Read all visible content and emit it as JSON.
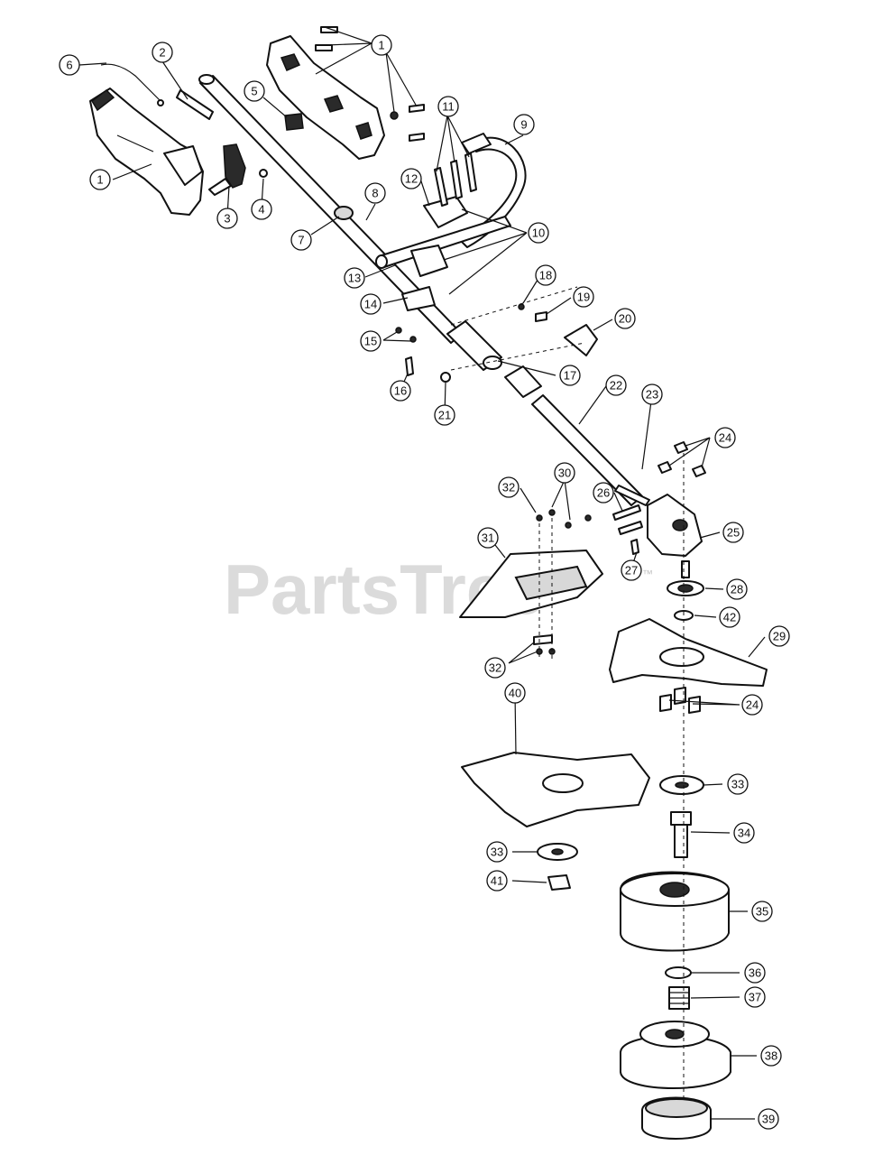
{
  "watermark": {
    "brand": "PartsTree",
    "trademark": "™"
  },
  "callouts": [
    {
      "id": "c1a",
      "label": "1"
    },
    {
      "id": "c1b",
      "label": "1"
    },
    {
      "id": "c2",
      "label": "2"
    },
    {
      "id": "c3",
      "label": "3"
    },
    {
      "id": "c4",
      "label": "4"
    },
    {
      "id": "c5",
      "label": "5"
    },
    {
      "id": "c6",
      "label": "6"
    },
    {
      "id": "c7",
      "label": "7"
    },
    {
      "id": "c8",
      "label": "8"
    },
    {
      "id": "c9",
      "label": "9"
    },
    {
      "id": "c10",
      "label": "10"
    },
    {
      "id": "c11",
      "label": "11"
    },
    {
      "id": "c12",
      "label": "12"
    },
    {
      "id": "c13",
      "label": "13"
    },
    {
      "id": "c14",
      "label": "14"
    },
    {
      "id": "c15",
      "label": "15"
    },
    {
      "id": "c16",
      "label": "16"
    },
    {
      "id": "c17",
      "label": "17"
    },
    {
      "id": "c18",
      "label": "18"
    },
    {
      "id": "c19",
      "label": "19"
    },
    {
      "id": "c20",
      "label": "20"
    },
    {
      "id": "c21",
      "label": "21"
    },
    {
      "id": "c22",
      "label": "22"
    },
    {
      "id": "c23",
      "label": "23"
    },
    {
      "id": "c24a",
      "label": "24"
    },
    {
      "id": "c24b",
      "label": "24"
    },
    {
      "id": "c25",
      "label": "25"
    },
    {
      "id": "c26",
      "label": "26"
    },
    {
      "id": "c27",
      "label": "27"
    },
    {
      "id": "c28",
      "label": "28"
    },
    {
      "id": "c29",
      "label": "29"
    },
    {
      "id": "c30",
      "label": "30"
    },
    {
      "id": "c31",
      "label": "31"
    },
    {
      "id": "c32a",
      "label": "32"
    },
    {
      "id": "c32b",
      "label": "32"
    },
    {
      "id": "c33a",
      "label": "33"
    },
    {
      "id": "c33b",
      "label": "33"
    },
    {
      "id": "c34",
      "label": "34"
    },
    {
      "id": "c35",
      "label": "35"
    },
    {
      "id": "c36",
      "label": "36"
    },
    {
      "id": "c37",
      "label": "37"
    },
    {
      "id": "c38",
      "label": "38"
    },
    {
      "id": "c39",
      "label": "39"
    },
    {
      "id": "c40",
      "label": "40"
    },
    {
      "id": "c41",
      "label": "41"
    },
    {
      "id": "c42",
      "label": "42"
    }
  ]
}
